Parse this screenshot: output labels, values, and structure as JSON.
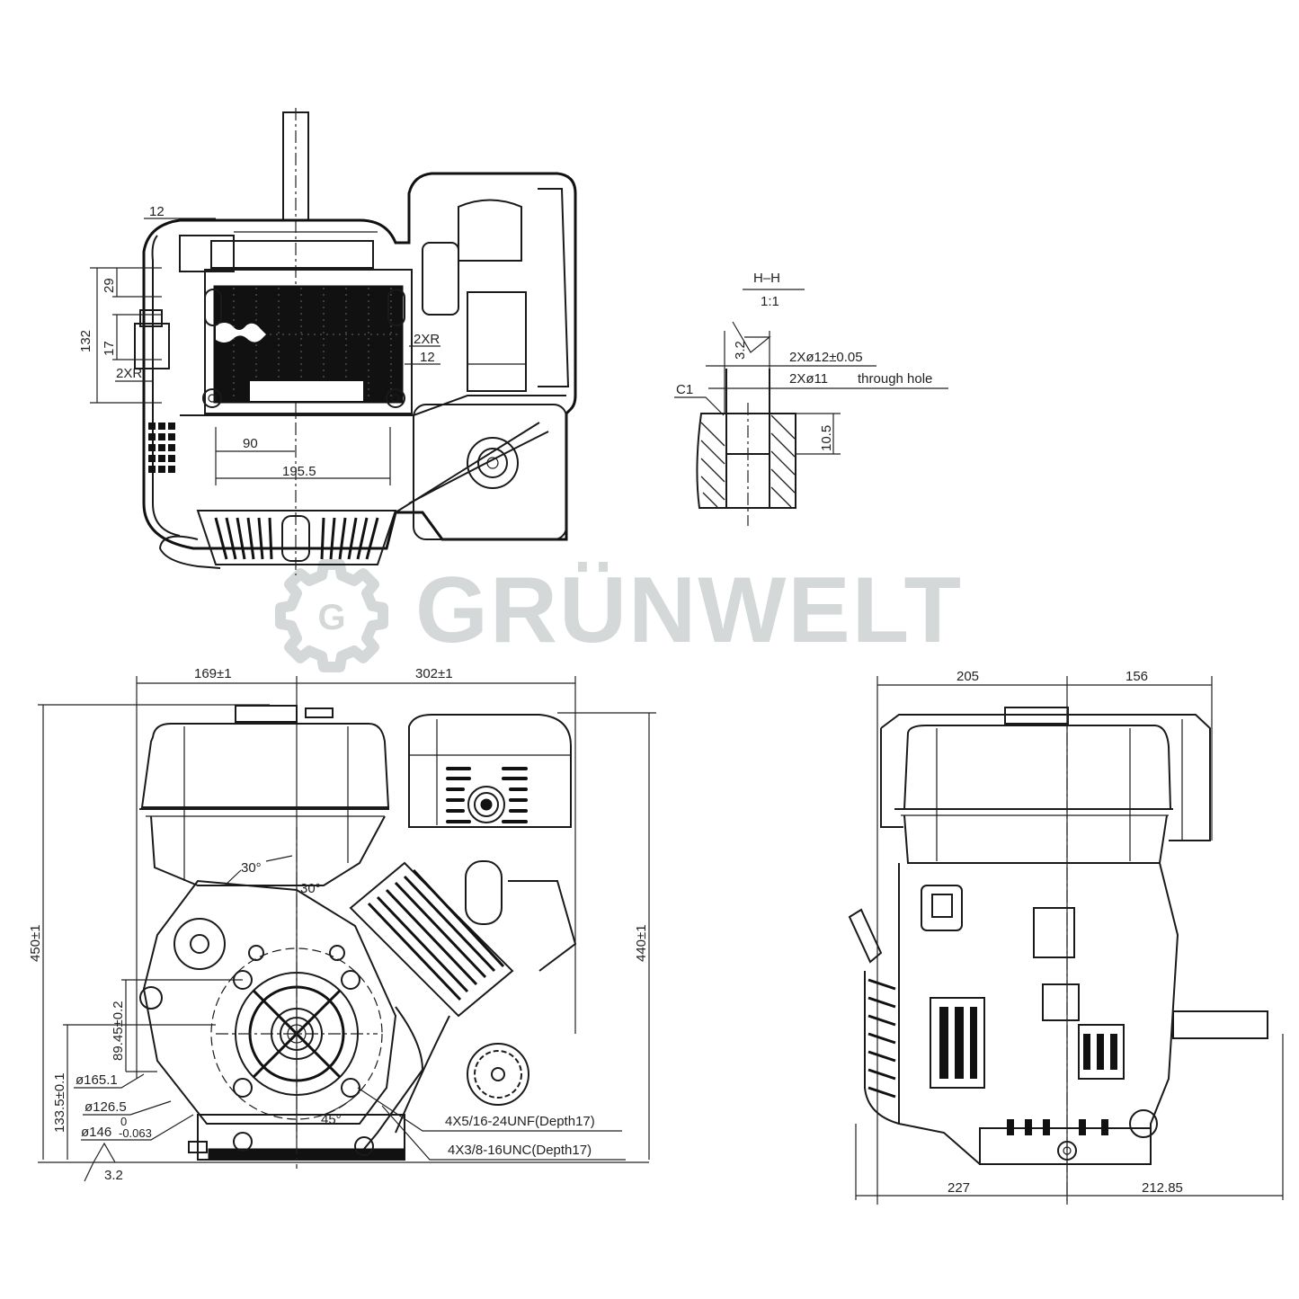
{
  "brand": {
    "watermark": "GRÜNWELT",
    "logo_letter": "G",
    "watermark_color": "#d5d8d8"
  },
  "colors": {
    "line": "#1a1a1a",
    "background": "#ffffff"
  },
  "top_view": {
    "dims": {
      "top_left_12": "12",
      "h29": "29",
      "h132": "132",
      "h17": "17",
      "r_left": "2XR",
      "r_right": "2XR",
      "right_12": "12",
      "w90": "90",
      "w195": "195.5"
    }
  },
  "section_view": {
    "title": "H–H",
    "scale": "1:1",
    "roughness": "3.2",
    "hole_fit": "2Xø12±0.05",
    "through_hole": "2Xø11",
    "through_hole_note": "through  hole",
    "chamfer": "C1",
    "depth": "10.5"
  },
  "front_view": {
    "dims": {
      "left_width": "169±1",
      "right_width": "302±1",
      "total_height": "450±1",
      "right_height": "440±1",
      "shaft_offset": "89.45±0.2",
      "shaft_height": "133.5±0.1",
      "pcd1": "ø165.1",
      "pcd2": "ø126.5",
      "pilot": "ø146",
      "pilot_tol_upper": "0",
      "pilot_tol_lower": "-0.063",
      "roughness": "3.2",
      "angle1": "30°",
      "angle2": "30°",
      "angle3": "45°",
      "thread1": "4X5/16-24UNF(Depth17)",
      "thread2": "4X3/8-16UNC(Depth17)"
    }
  },
  "side_view": {
    "dims": {
      "top_left": "205",
      "top_right": "156",
      "bottom_left": "227",
      "bottom_right": "212.85"
    }
  }
}
